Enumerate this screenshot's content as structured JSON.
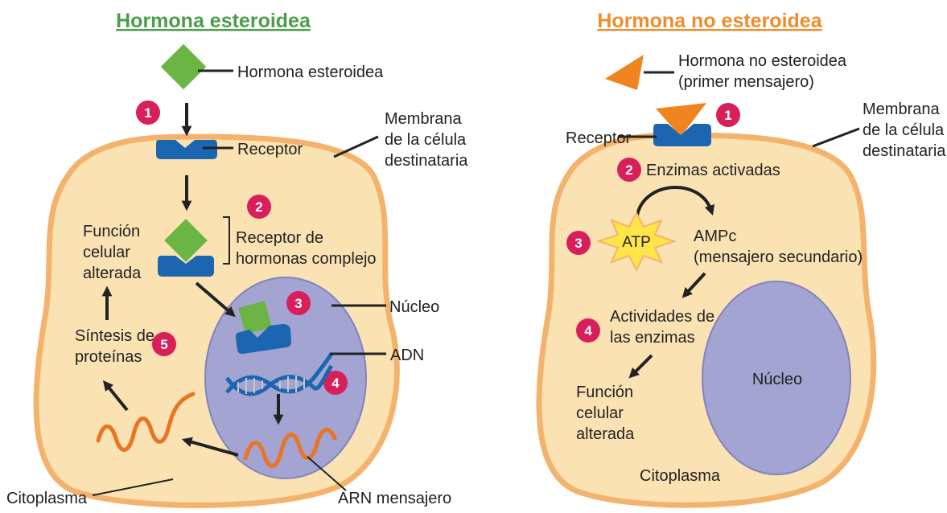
{
  "colors": {
    "left_title": "#4a9e4a",
    "right_title": "#f08c2a",
    "cell_fill": "#fbe2b3",
    "cell_stroke": "#f4b36c",
    "nucleus_fill": "#a3a4d2",
    "nucleus_stroke": "#8183c0",
    "hormone_green": "#6cb544",
    "receptor_blue": "#1b65b1",
    "hormone_orange": "#f0841e",
    "atp_yellow": "#ffe44a",
    "badge": "#d91f5a",
    "mrna": "#ea7425"
  },
  "left": {
    "title": "Hormona esteroidea",
    "labels": {
      "hormone": "Hormona esteroidea",
      "receptor": "Receptor",
      "membrane": [
        "Membrana",
        "de la célula",
        "destinataria"
      ],
      "complex": [
        "Receptor de",
        "hormonas complejo"
      ],
      "function": [
        "Función",
        "celular",
        "alterada"
      ],
      "nucleus": "Núcleo",
      "dna": "ADN",
      "synthesis": [
        "Síntesis de",
        "proteínas"
      ],
      "cytoplasm": "Citoplasma",
      "mrna": "ARN mensajero"
    },
    "steps": [
      "1",
      "2",
      "3",
      "4",
      "5"
    ]
  },
  "right": {
    "title": "Hormona no esteroidea",
    "labels": {
      "hormone": [
        "Hormona no esteroidea",
        "(primer mensajero)"
      ],
      "receptor": "Receptor",
      "membrane": [
        "Membrana",
        "de la célula",
        "destinataria"
      ],
      "enzymes": "Enzimas activadas",
      "atp": "ATP",
      "ampc": [
        "AMPc",
        "(mensajero secundario)"
      ],
      "activities": [
        "Actividades de",
        "las enzimas"
      ],
      "nucleus": "Núcleo",
      "function": [
        "Función",
        "celular",
        "alterada"
      ],
      "cytoplasm": "Citoplasma"
    },
    "steps": [
      "1",
      "2",
      "3",
      "4"
    ]
  }
}
